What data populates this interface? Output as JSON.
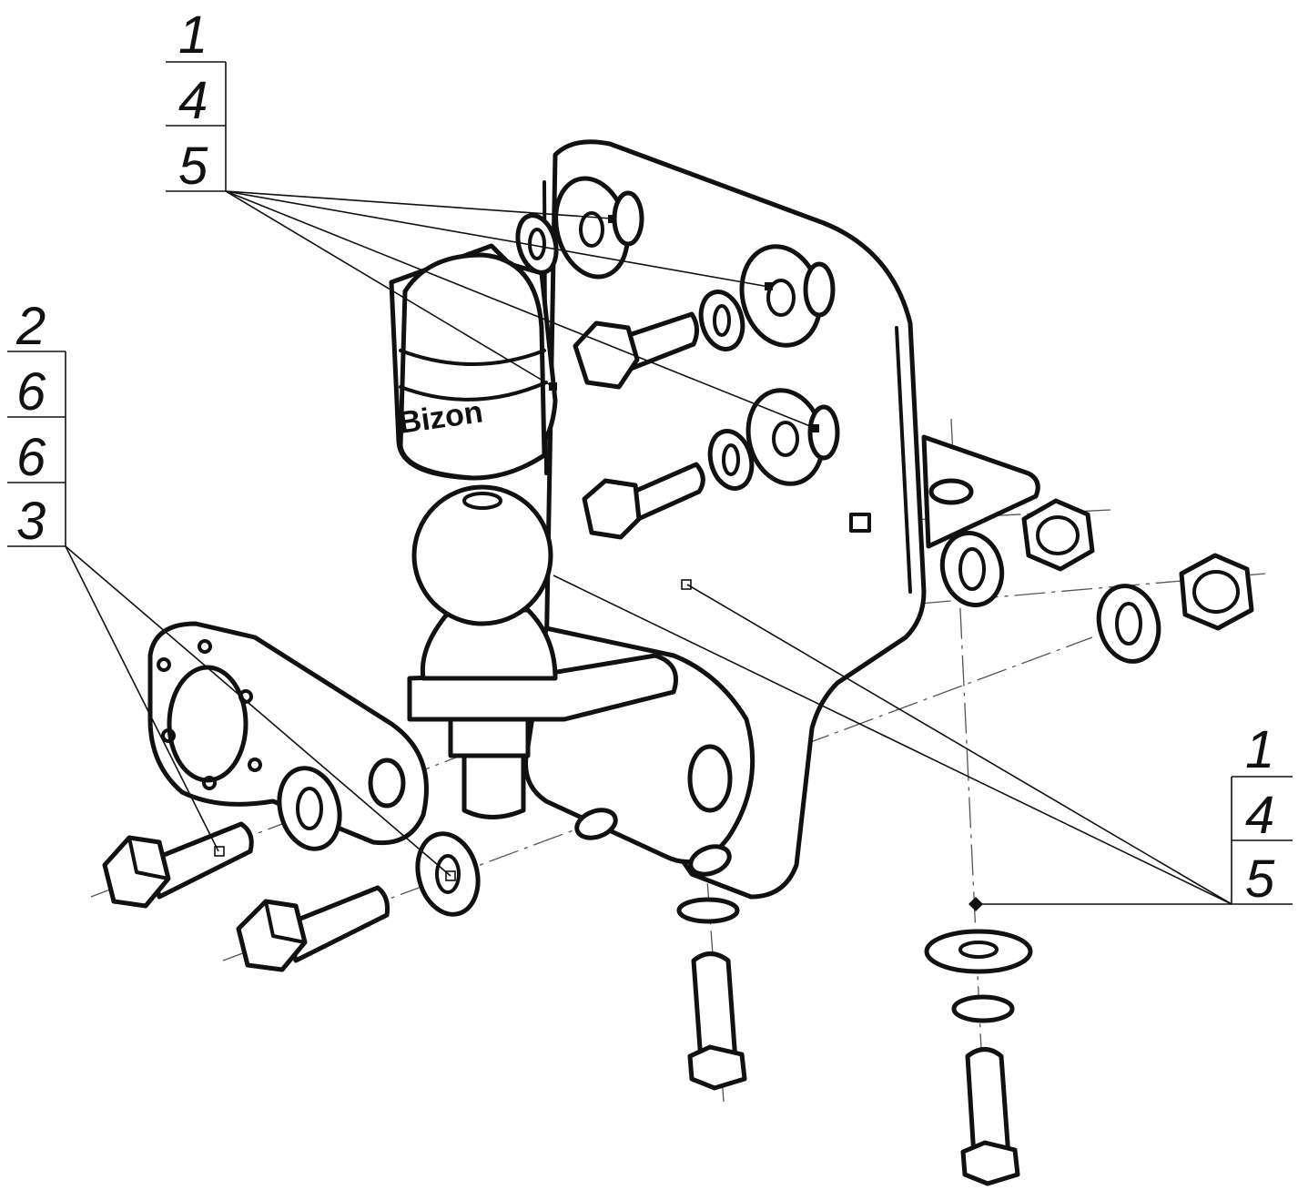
{
  "callouts": {
    "top_left": [
      "1",
      "4",
      "5"
    ],
    "left": [
      "2",
      "6",
      "6",
      "3"
    ],
    "bottom_right": [
      "1",
      "4",
      "5"
    ]
  },
  "cap_marking": "Bizon",
  "colors": {
    "line": "#111111",
    "background": "#ffffff"
  }
}
